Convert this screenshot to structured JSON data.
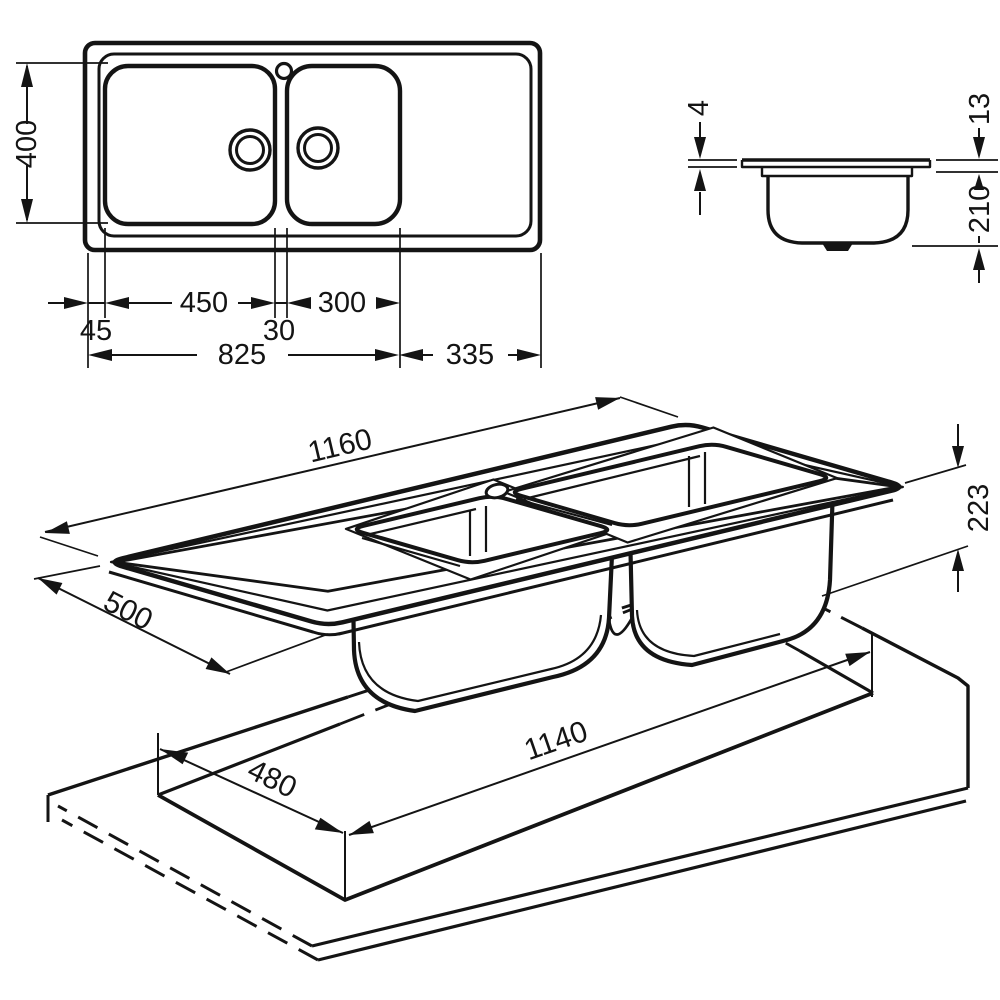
{
  "drawing": {
    "type": "sink-installation-technical-drawing",
    "views": {
      "plan": {
        "dims": {
          "depth": "400",
          "left_margin": "45",
          "bowl_large_width": "450",
          "bowl_gap": "30",
          "bowl_small_width": "300",
          "bowls_span": "825",
          "drainer_width": "335"
        }
      },
      "section": {
        "dims": {
          "panel_thickness": "4",
          "rim_height": "13",
          "bowl_depth": "210"
        }
      },
      "isometric": {
        "dims": {
          "overall_length": "1160",
          "overall_width": "500",
          "overall_height": "223",
          "cutout_length": "1140",
          "cutout_width": "480"
        }
      }
    }
  }
}
